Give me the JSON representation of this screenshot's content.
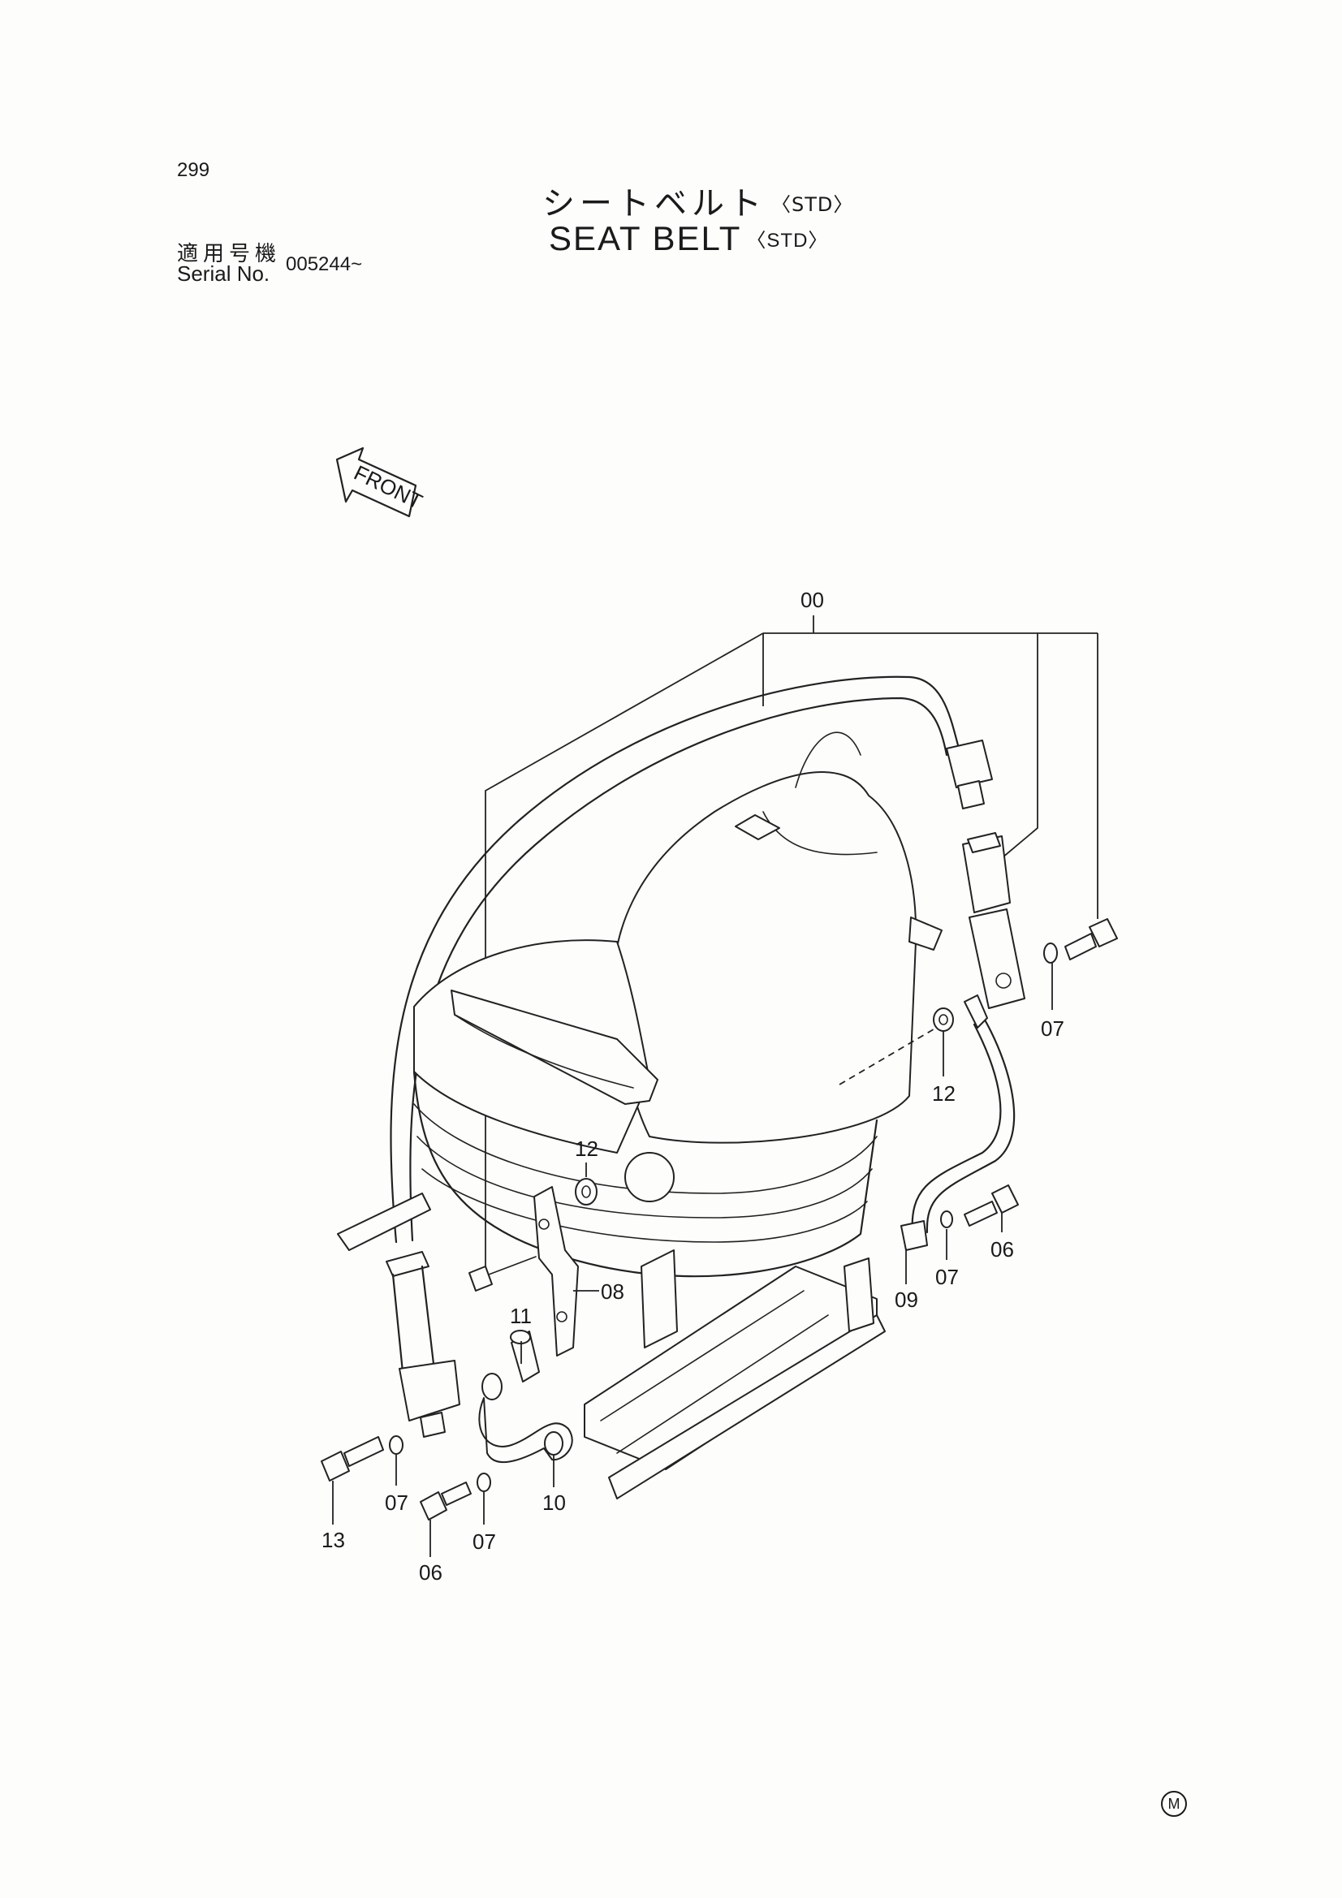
{
  "page": {
    "page_number": "299",
    "title_jp": "シートベルト",
    "title_en": "SEAT BELT",
    "variant": "〈STD〉",
    "serial_label_jp": "適用号機",
    "serial_label_en": "Serial No.",
    "serial_range": "005244~",
    "front_label": "FRONT",
    "corner_mark": "M"
  },
  "callouts": {
    "c00": "00",
    "c07_right": "07",
    "c12_right": "12",
    "c12_left": "12",
    "c06_right": "06",
    "c07_mid": "07",
    "c09": "09",
    "c08": "08",
    "c11": "11",
    "c07_left": "07",
    "c13": "13",
    "c07_bottom": "07",
    "c10": "10",
    "c06_left": "06"
  }
}
